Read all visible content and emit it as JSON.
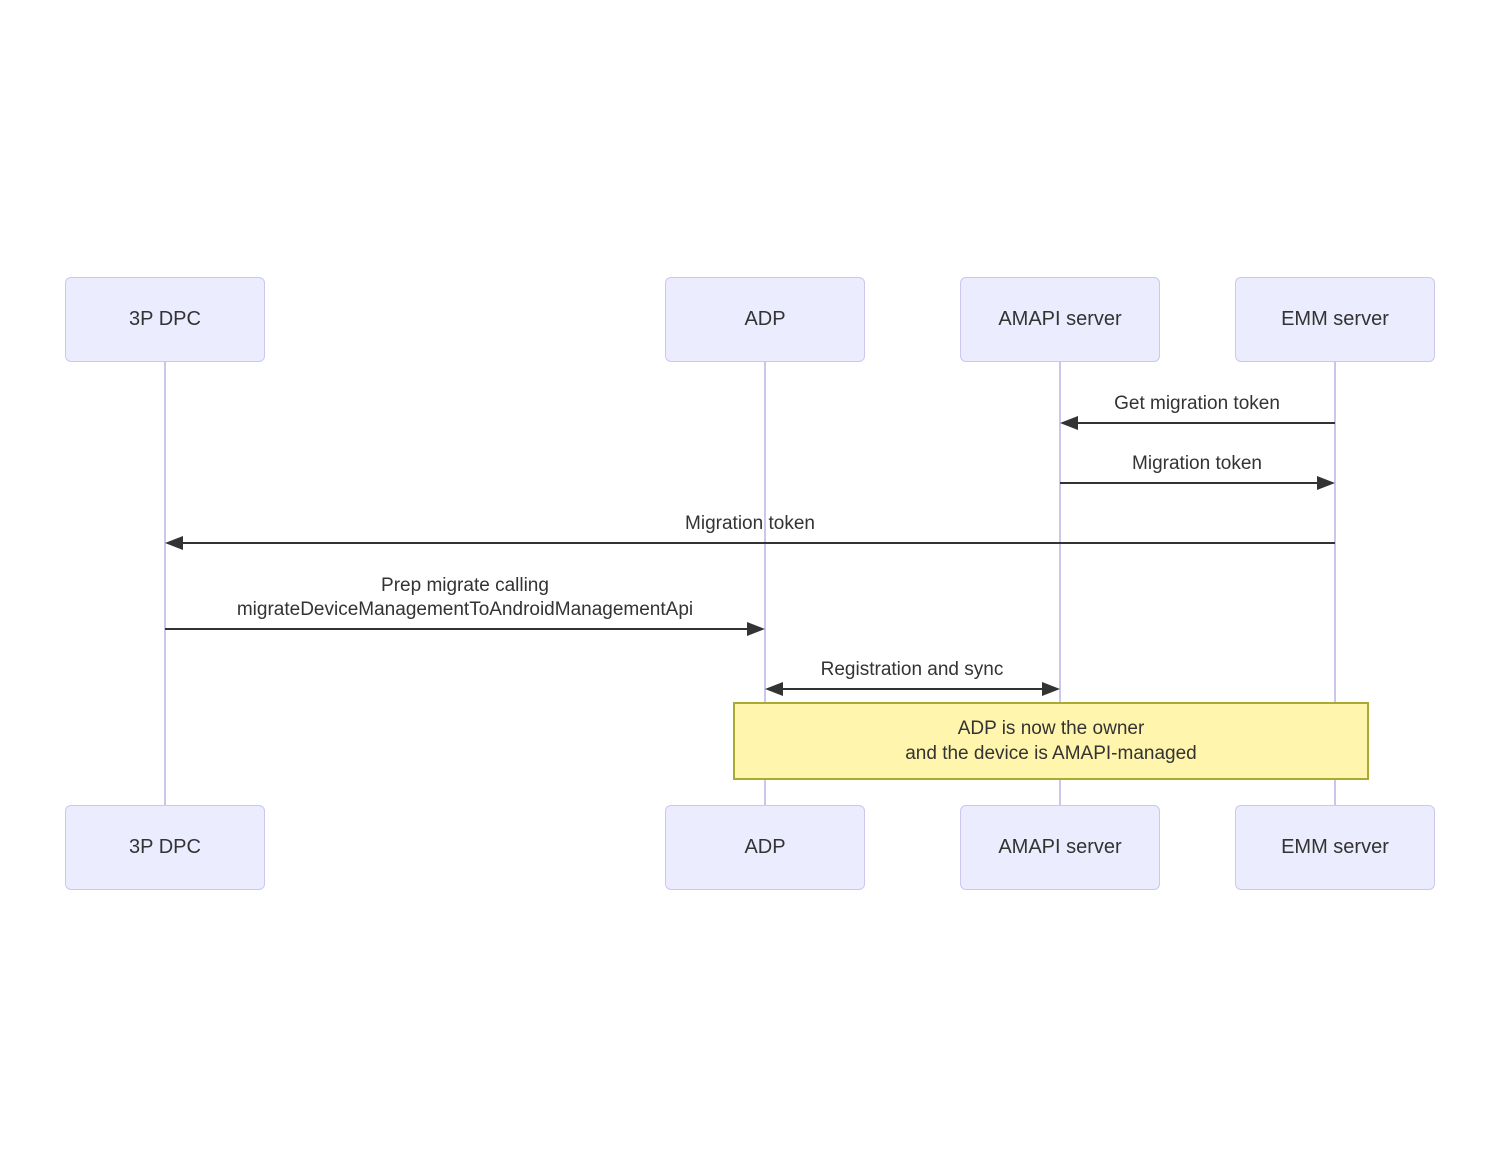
{
  "diagram": {
    "type": "sequence",
    "actors": [
      {
        "id": "3p-dpc",
        "label": "3P DPC"
      },
      {
        "id": "adp",
        "label": "ADP"
      },
      {
        "id": "amapi-server",
        "label": "AMAPI server"
      },
      {
        "id": "emm-server",
        "label": "EMM server"
      }
    ],
    "messages": [
      {
        "from": "EMM server",
        "to": "AMAPI server",
        "direction": "left",
        "label": "Get migration token"
      },
      {
        "from": "AMAPI server",
        "to": "EMM server",
        "direction": "right",
        "label": "Migration token"
      },
      {
        "from": "EMM server",
        "to": "3P DPC",
        "direction": "left",
        "label": "Migration token"
      },
      {
        "from": "3P DPC",
        "to": "ADP",
        "direction": "right",
        "lines": [
          "Prep migrate calling",
          "migrateDeviceManagementToAndroidManagementApi"
        ]
      },
      {
        "from": "ADP",
        "to": "AMAPI server",
        "direction": "both",
        "label": "Registration and sync"
      }
    ],
    "note": {
      "over": [
        "ADP",
        "EMM server"
      ],
      "lines": [
        "ADP is now the owner",
        "and the device is AMAPI-managed"
      ]
    },
    "colors": {
      "actor_fill": "#ECECFF",
      "actor_border": "#CFC6EF",
      "lifeline": "#CCC5EC",
      "note_fill": "#FFF5AD",
      "note_border": "#AAAA33",
      "arrow": "#333333",
      "text": "#333333"
    }
  }
}
